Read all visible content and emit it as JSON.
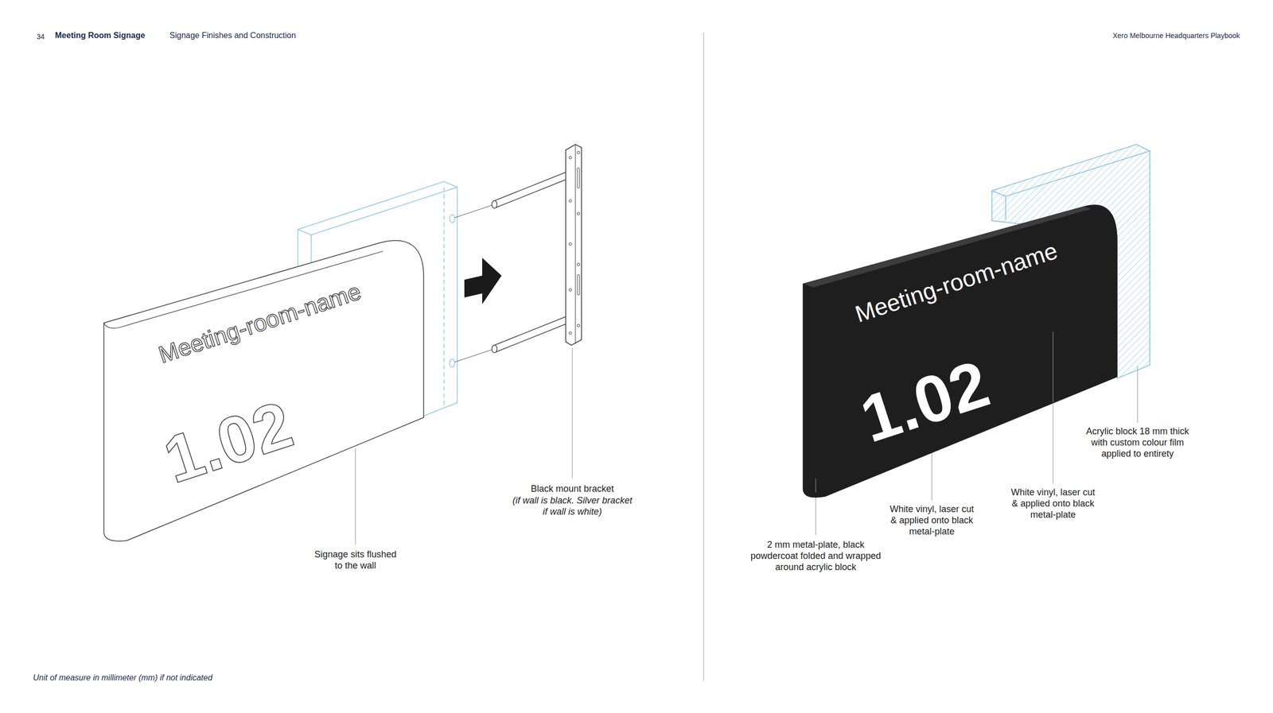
{
  "diagram": {
    "nodes": [
      {
        "text": [
          "Meeting-room-name",
          "1.02"
        ]
      },
      {
        "text": [
          "Meeting-room-name",
          "1.02"
        ]
      }
    ],
    "labels": [
      "34",
      "Meeting Room Signage",
      "Signage Finishes and Construction",
      "Xero Melbourne Headquarters Playbook",
      "Black mount bracket",
      "(if wall is black. Silver bracket if wall is white)",
      "Signage sits flushed to the wall",
      "2 mm metal-plate, black powdercoat folded and wrapped around acrylic block",
      "White vinyl, laser cut & applied onto black metal-plate",
      "White vinyl, laser cut & applied onto black metal-plate",
      "Acrylic block 18 mm thick with custom colour film applied to entirety",
      "Unit of measure in millimeter (mm) if not indicated"
    ]
  }
}
